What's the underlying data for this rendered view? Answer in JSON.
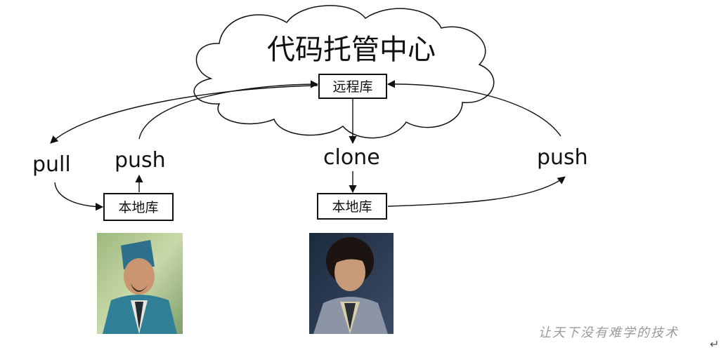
{
  "cloud": {
    "title": "代码托管中心"
  },
  "remote_repo": {
    "label": "远程库"
  },
  "left_side": {
    "local_repo_label": "本地库",
    "pull_label": "pull",
    "push_label": "push",
    "portrait_icon": "person-portrait-teal-hat"
  },
  "right_side": {
    "local_repo_label": "本地库",
    "clone_label": "clone",
    "push_label": "push",
    "portrait_icon": "person-portrait-dark"
  },
  "watermark": "让天下没有难学的技术",
  "paragraph_mark": "↵",
  "colors": {
    "stroke": "#111111",
    "box_fill": "#ffffff",
    "watermark": "#9a9a9a"
  }
}
